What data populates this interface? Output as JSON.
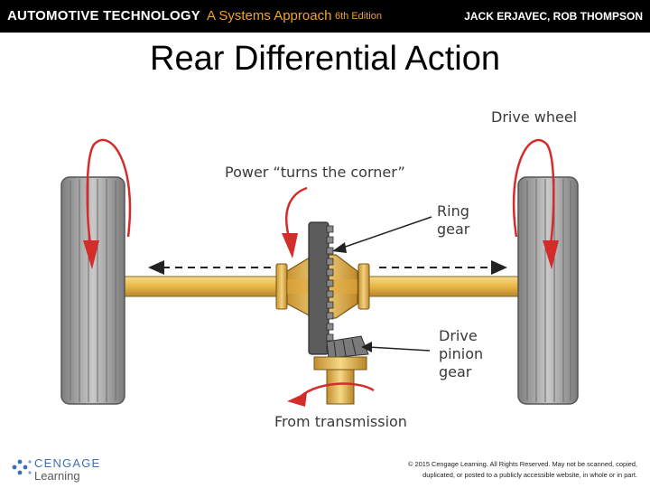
{
  "header": {
    "book_title": "AUTOMOTIVE TECHNOLOGY",
    "subtitle": "A Systems Approach",
    "edition": "6th Edition",
    "authors": "JACK ERJAVEC, ROB THOMPSON"
  },
  "slide": {
    "title": "Rear Differential Action"
  },
  "labels": {
    "drive_wheel": "Drive wheel",
    "power": "Power “turns the corner”",
    "ring_gear_1": "Ring",
    "ring_gear_2": "gear",
    "pinion_1": "Drive",
    "pinion_2": "pinion",
    "pinion_3": "gear",
    "from_transmission": "From transmission"
  },
  "footer": {
    "logo_line1": "CENGAGE",
    "logo_line2": "Learning",
    "copyright_line1": "© 2015 Cengage Learning. All Rights Reserved. May not be scanned, copied,",
    "copyright_line2": "duplicated, or posted to a publicly accessible website, in whole or in part."
  },
  "colors": {
    "arrow_red": "#d42b2b",
    "shaft_gold": "#e8b646",
    "header_orange": "#f2a32a",
    "tire_gray": "#9a9a9a"
  }
}
